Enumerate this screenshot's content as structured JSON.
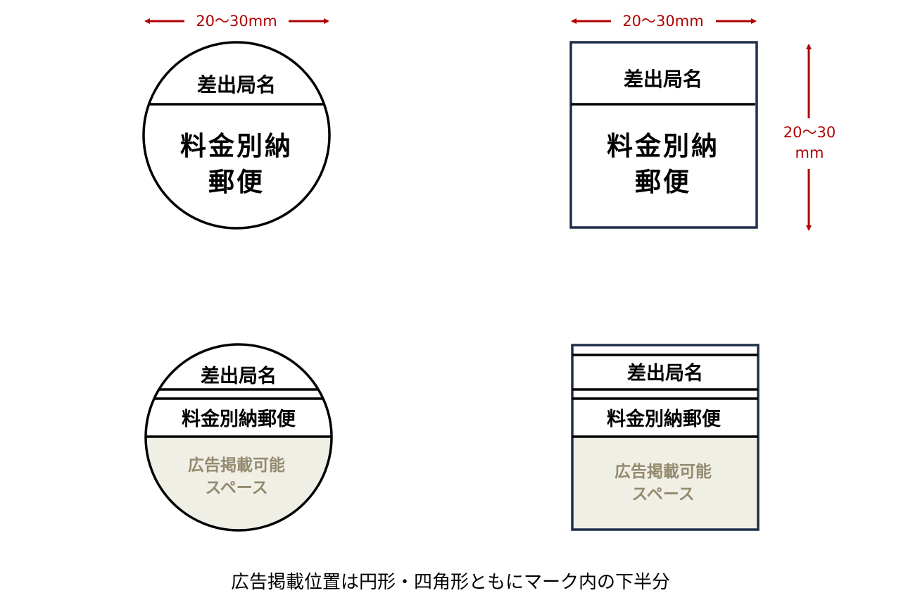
{
  "colors": {
    "dimension": "#b00000",
    "square_border": "#1f2d4a",
    "ad_fill": "#f0efe6",
    "ad_text": "#948a6e"
  },
  "dimensions": {
    "width": "20〜30mm",
    "height_line1": "20〜30",
    "height_line2": "mm"
  },
  "mark": {
    "office_name": "差出局名",
    "postage_line1": "料金別納",
    "postage_line2": "郵便",
    "postage_full": "料金別納郵便",
    "ad_line1": "広告掲載可能",
    "ad_line2": "スペース"
  },
  "caption": "広告掲載位置は円形・四角形ともにマーク内の下半分"
}
